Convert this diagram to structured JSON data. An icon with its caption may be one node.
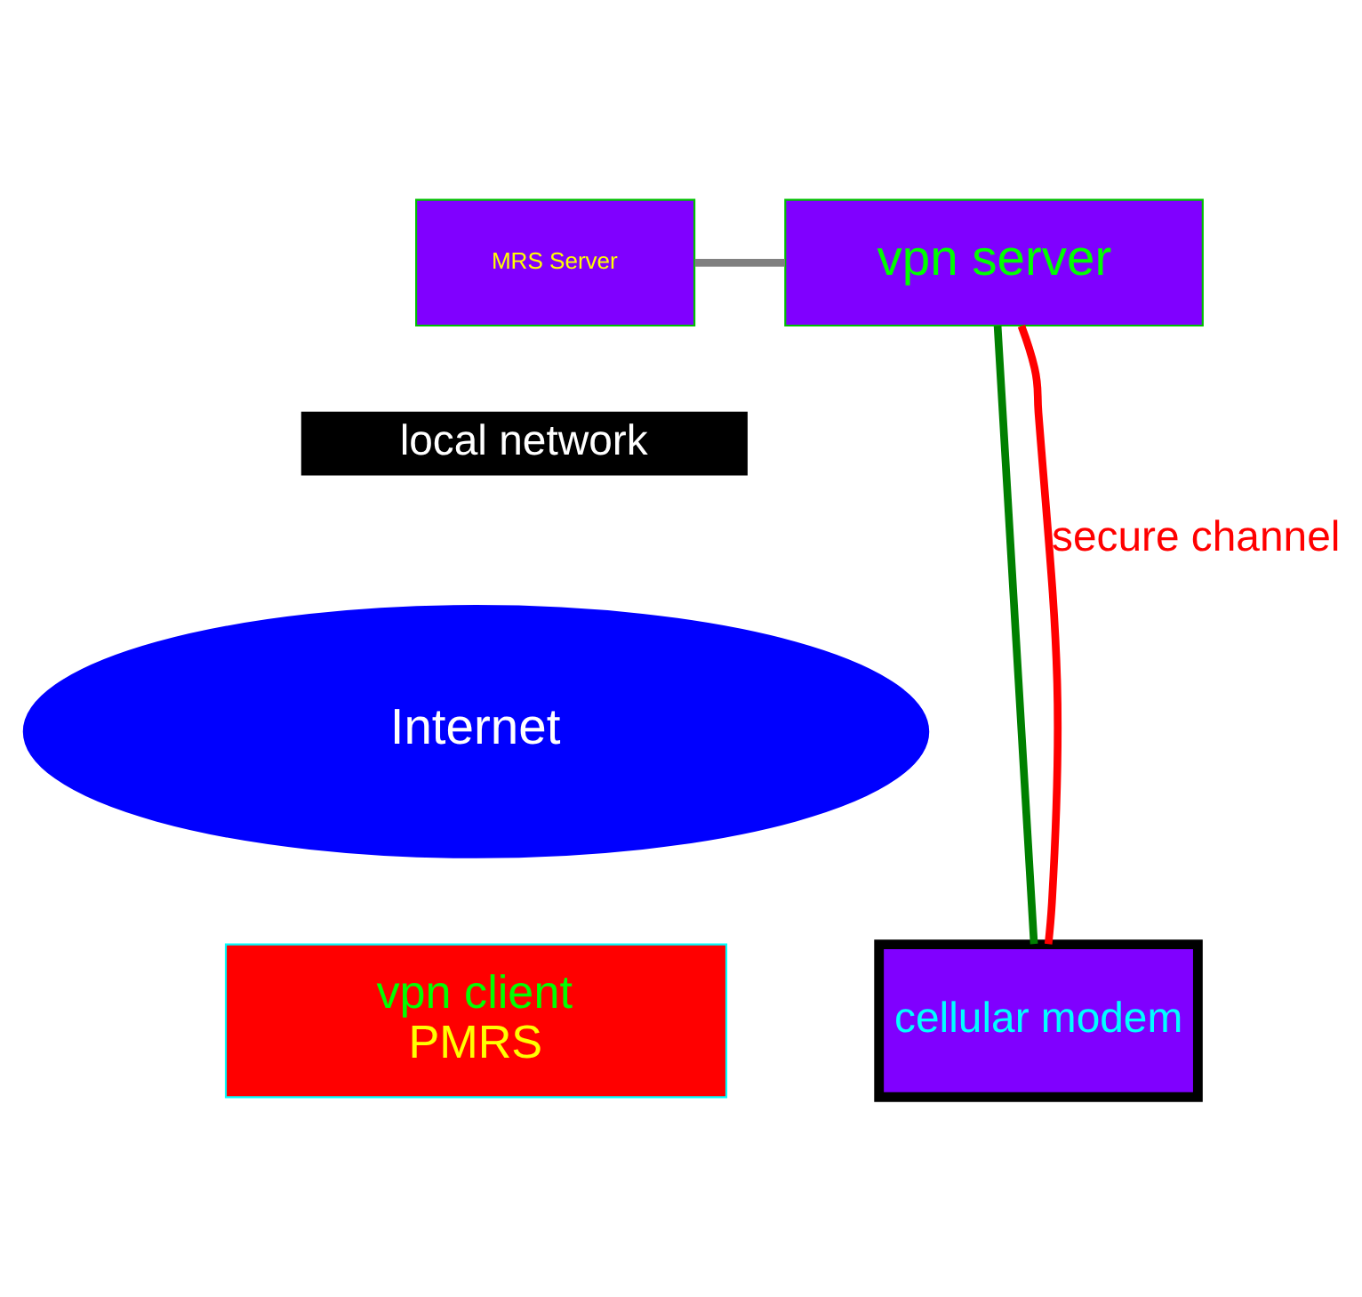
{
  "diagram": {
    "nodes": [
      {
        "text": [
          "MRS Server"
        ]
      },
      {
        "text": [
          "vpn server"
        ]
      },
      {
        "text": [
          "local network"
        ]
      },
      {
        "text": [
          "Internet"
        ]
      },
      {
        "text": [
          "vpn client",
          "PMRS"
        ]
      },
      {
        "text": [
          "cellular modem"
        ]
      }
    ],
    "edges": [
      {
        "from": 0,
        "to": 1,
        "arrow": "none",
        "color": "#808080"
      },
      {
        "from": 1,
        "to": 5,
        "arrow": "none",
        "color": "#008000"
      },
      {
        "from": 1,
        "to": 5,
        "arrow": "none",
        "color": "#ff0000",
        "label": "secure channel"
      }
    ]
  }
}
